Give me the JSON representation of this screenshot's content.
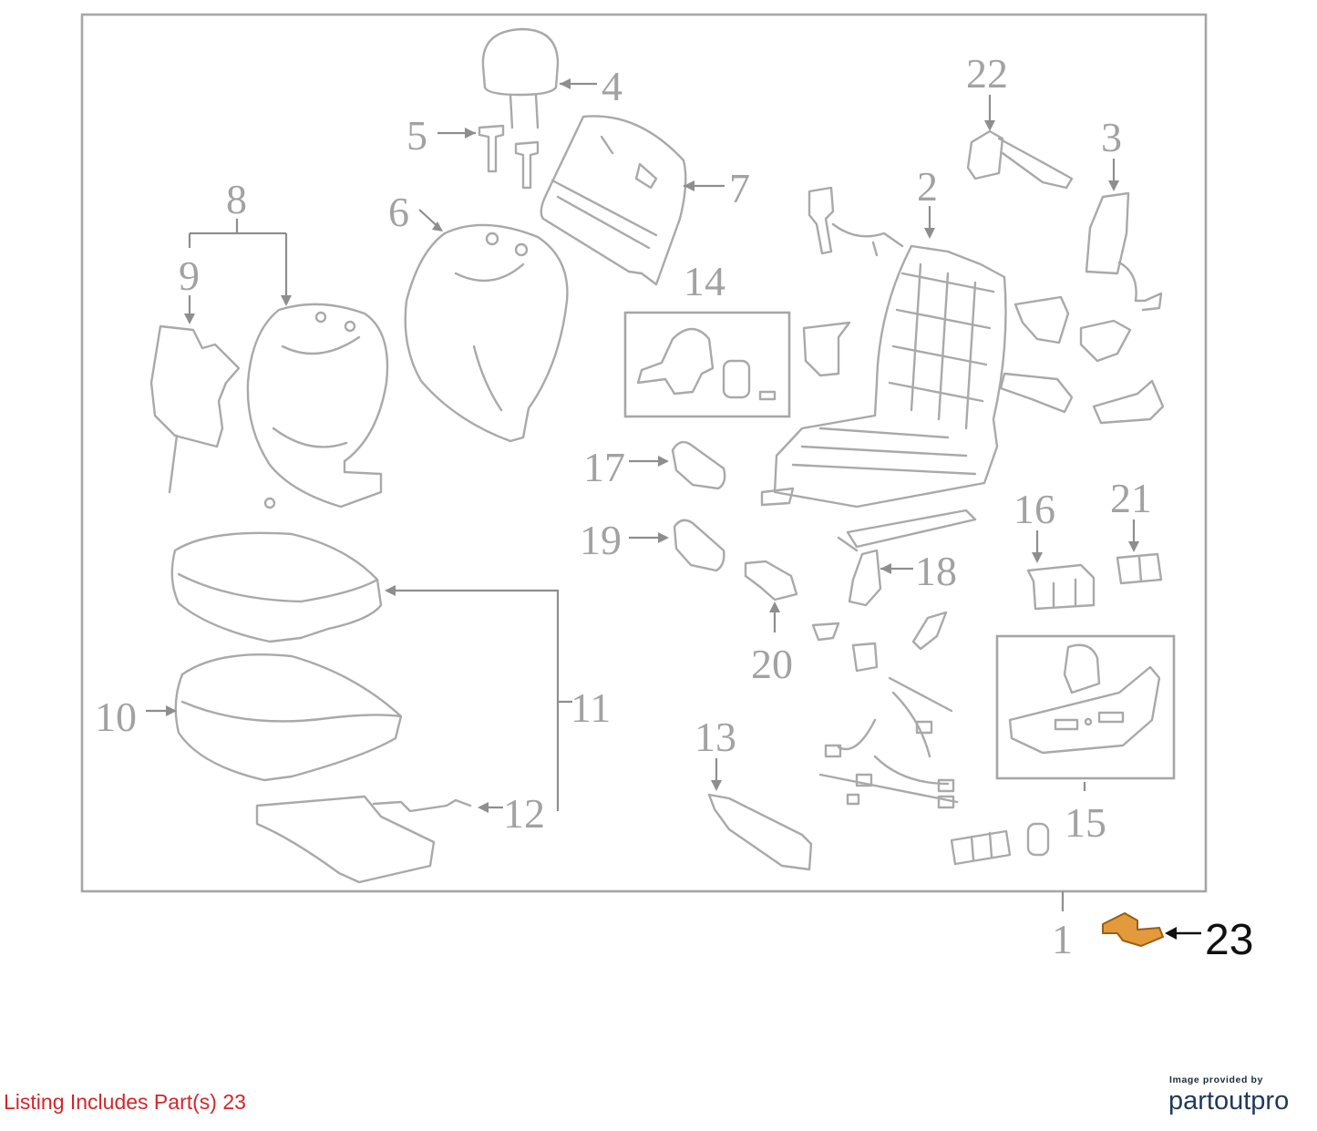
{
  "diagram": {
    "callouts": {
      "c1": "1",
      "c2": "2",
      "c3": "3",
      "c4": "4",
      "c5": "5",
      "c6": "6",
      "c7": "7",
      "c8": "8",
      "c9": "9",
      "c10": "10",
      "c11": "11",
      "c12": "12",
      "c13": "13",
      "c14": "14",
      "c15": "15",
      "c16": "16",
      "c17": "17",
      "c18": "18",
      "c19": "19",
      "c20": "20",
      "c21": "21",
      "c22": "22",
      "c23": "23"
    },
    "highlighted_part": "23",
    "highlight_color": "#e39a3c",
    "line_color": "#a9a9a9"
  },
  "footer": {
    "listing_note": "Listing Includes Part(s) 23",
    "credit_line": "Image provided by",
    "brand": "partoutpro",
    "note_color": "#d4262a"
  }
}
